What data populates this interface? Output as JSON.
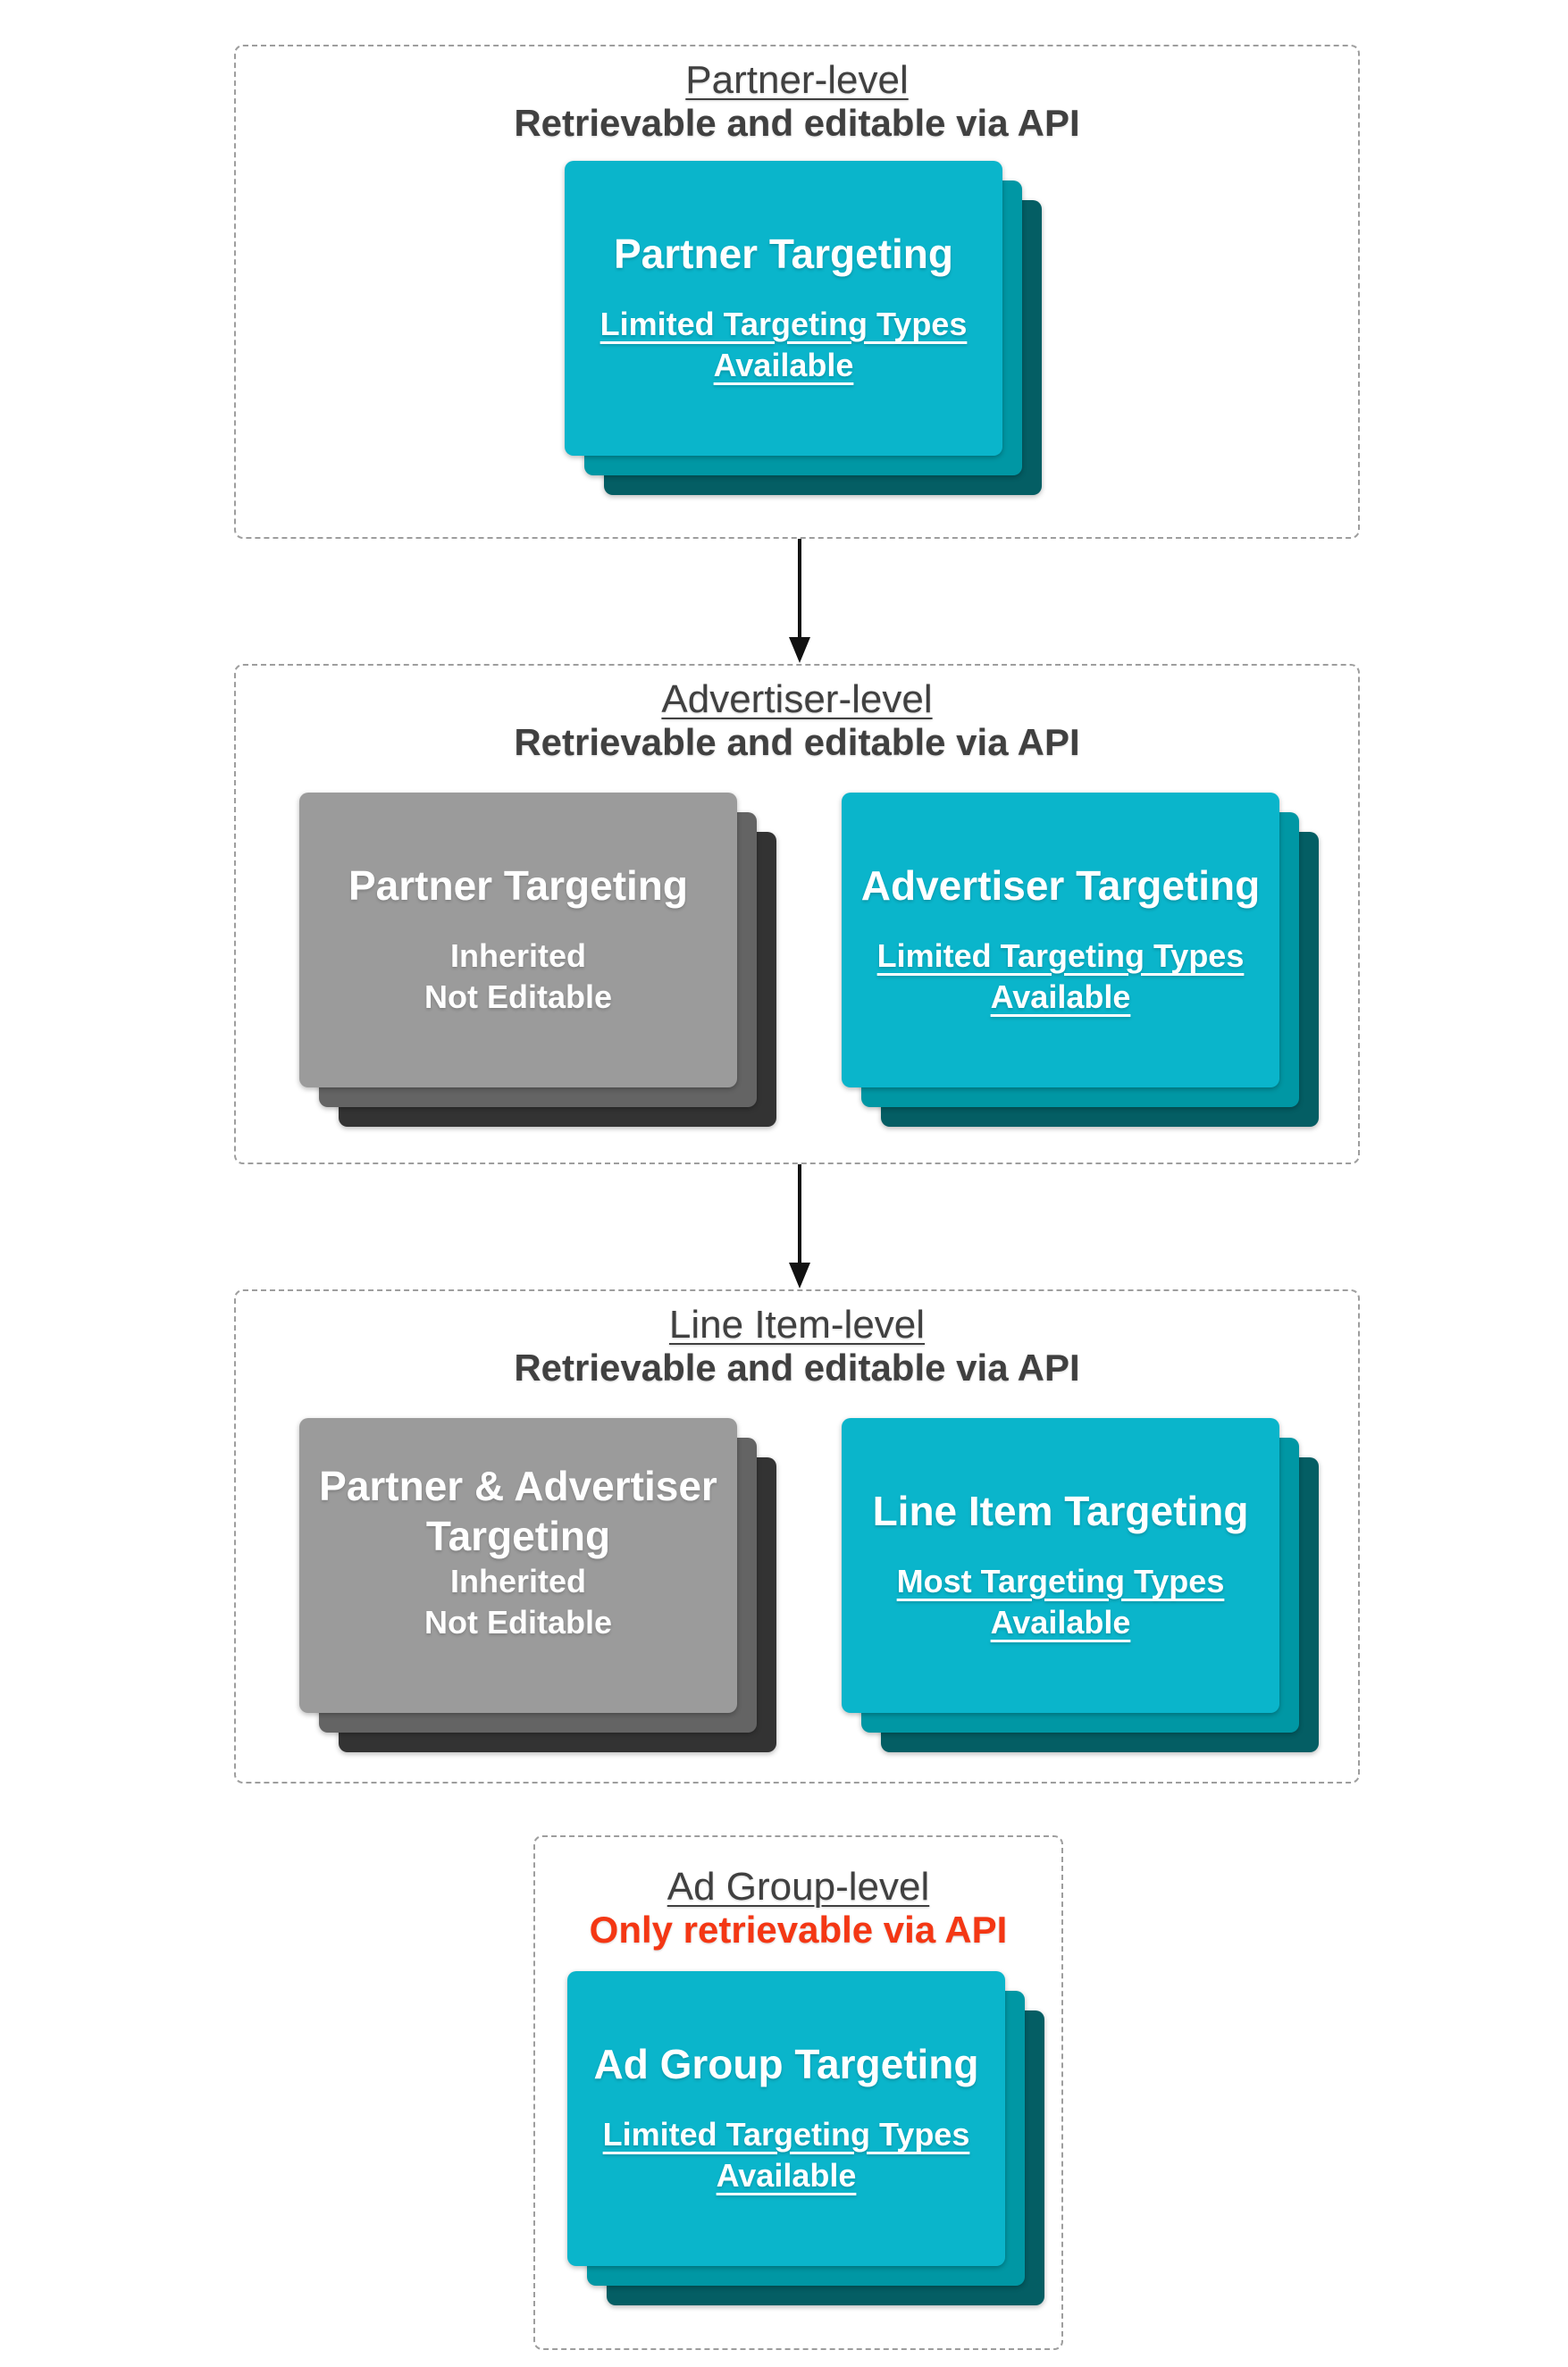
{
  "palette": {
    "teal_front": "#0ab5cb",
    "teal_mid": "#0097a4",
    "teal_back": "#045e64",
    "gray_front": "#9b9b9b",
    "gray_mid": "#646464",
    "gray_back": "#333333",
    "header_text": "#404040",
    "red_text": "#f43714",
    "border_gray": "#9e9e9e",
    "arrow_color": "#111111",
    "card_text": "#ffffff"
  },
  "sections": [
    {
      "title": "Partner-level",
      "subtitle": "Retrievable and editable via API",
      "cards": [
        {
          "variant": "teal",
          "title_lines": [
            "Partner Targeting"
          ],
          "body_lines": [
            "Limited Targeting Types",
            "Available"
          ],
          "body_style": "link"
        }
      ]
    },
    {
      "title": "Advertiser-level",
      "subtitle": "Retrievable and editable via API",
      "cards": [
        {
          "variant": "gray",
          "title_lines": [
            "Partner Targeting"
          ],
          "body_lines": [
            "Inherited",
            "Not Editable"
          ],
          "body_style": "plain"
        },
        {
          "variant": "teal",
          "title_lines": [
            "Advertiser Targeting"
          ],
          "body_lines": [
            "Limited Targeting Types",
            "Available"
          ],
          "body_style": "link"
        }
      ]
    },
    {
      "title": "Line Item-level",
      "subtitle": "Retrievable and editable via API",
      "cards": [
        {
          "variant": "gray",
          "title_lines": [
            "Partner & Advertiser",
            "Targeting"
          ],
          "body_lines": [
            "Inherited",
            "Not Editable"
          ],
          "body_style": "plain"
        },
        {
          "variant": "teal",
          "title_lines": [
            "Line Item Targeting"
          ],
          "body_lines": [
            "Most Targeting Types",
            "Available"
          ],
          "body_style": "link"
        }
      ]
    },
    {
      "title": "Ad Group-level",
      "subtitle": "Only retrievable via API",
      "subtitle_style": "red",
      "cards": [
        {
          "variant": "teal",
          "title_lines": [
            "Ad Group Targeting"
          ],
          "body_lines": [
            "Limited Targeting Types",
            "Available"
          ],
          "body_style": "link"
        }
      ]
    }
  ]
}
